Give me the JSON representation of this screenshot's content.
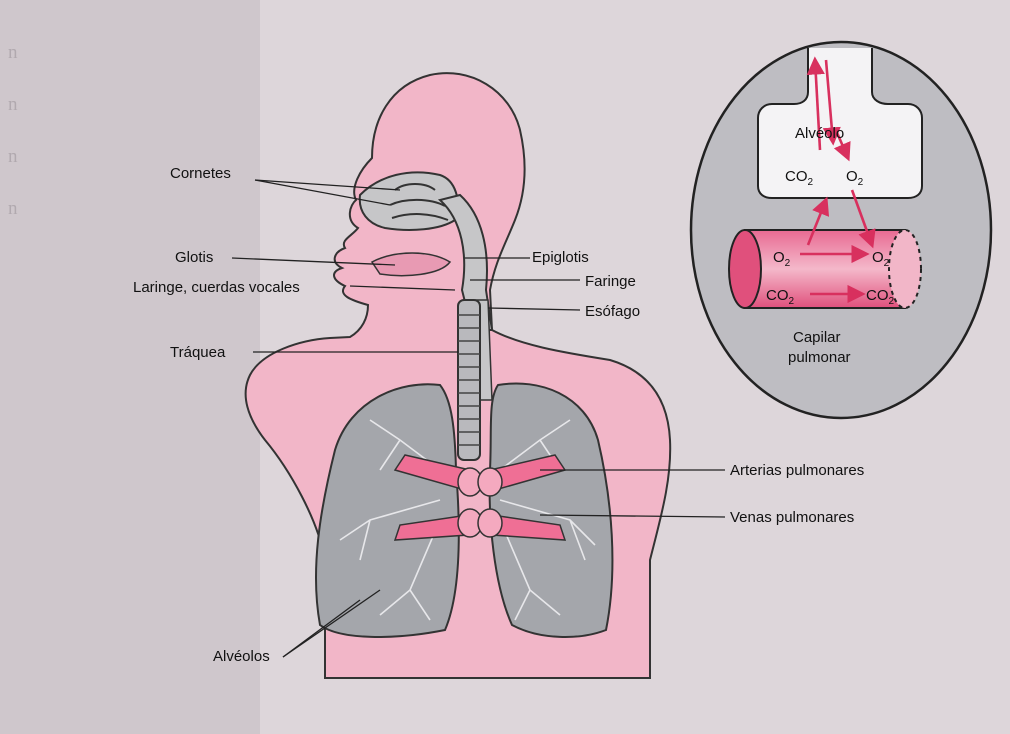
{
  "labels": {
    "cornetes": "Cornetes",
    "glotis": "Glotis",
    "laringe": "Laringe, cuerdas vocales",
    "traquea": "Tráquea",
    "alveolos": "Alvéolos",
    "epiglotis": "Epiglotis",
    "faringe": "Faringe",
    "esofago": "Esófago",
    "arterias": "Arterias pulmonares",
    "venas": "Venas pulmonares"
  },
  "inset": {
    "alveolo": "Alvéolo",
    "co2_sym": "CO",
    "o2_sym": "O",
    "subscript": "2",
    "capilar_line1": "Capilar",
    "capilar_line2": "pulmonar"
  },
  "colors": {
    "pink": "#f2b6c8",
    "pink_dark": "#e0507c",
    "grey_lung": "#9fa1a6",
    "arrow": "#d8305e"
  }
}
